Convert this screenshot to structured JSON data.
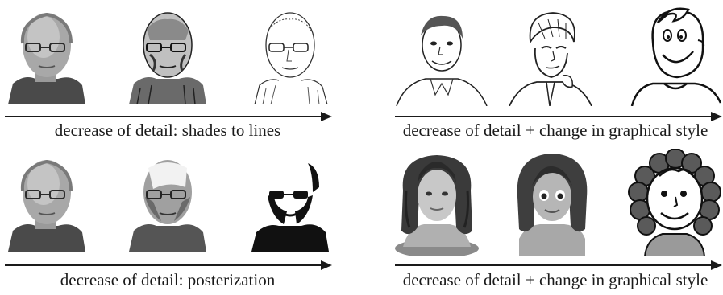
{
  "panels": [
    {
      "caption": "decrease of detail: shades to lines"
    },
    {
      "caption": "decrease of detail + change in graphical style"
    },
    {
      "caption": "decrease of detail: posterization"
    },
    {
      "caption": "decrease of detail + change in graphical style"
    }
  ]
}
